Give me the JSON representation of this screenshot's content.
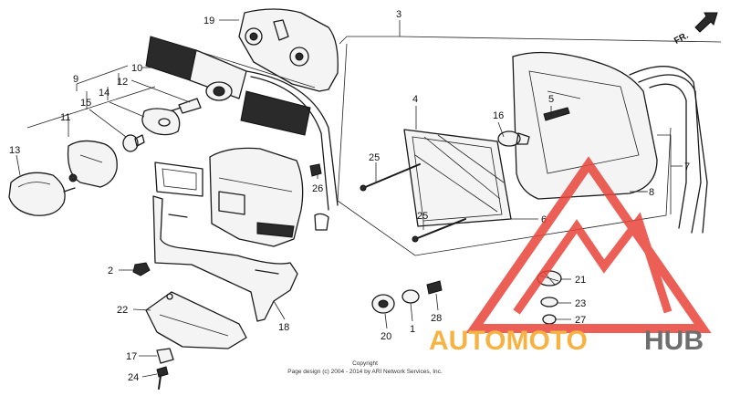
{
  "diagram": {
    "front_arrow_label": "FR.",
    "copyright": {
      "line1": "Copyright",
      "line2": "Page design (c) 2004 - 2014 by ARI Network Services, Inc."
    },
    "watermark": {
      "part1": "AUTOMOTO",
      "part2": "HUB",
      "color_part1": "#f5a623",
      "color_part2": "#555555",
      "triangle_color": "#e8443a"
    },
    "callouts": [
      {
        "id": "c1",
        "label": "1"
      },
      {
        "id": "c2",
        "label": "2"
      },
      {
        "id": "c3",
        "label": "3"
      },
      {
        "id": "c4",
        "label": "4"
      },
      {
        "id": "c5",
        "label": "5"
      },
      {
        "id": "c6",
        "label": "6"
      },
      {
        "id": "c7",
        "label": "7"
      },
      {
        "id": "c8",
        "label": "8"
      },
      {
        "id": "c9",
        "label": "9"
      },
      {
        "id": "c10",
        "label": "10"
      },
      {
        "id": "c11",
        "label": "11"
      },
      {
        "id": "c12",
        "label": "12"
      },
      {
        "id": "c13",
        "label": "13"
      },
      {
        "id": "c14",
        "label": "14"
      },
      {
        "id": "c15",
        "label": "15"
      },
      {
        "id": "c16",
        "label": "16"
      },
      {
        "id": "c17",
        "label": "17"
      },
      {
        "id": "c18",
        "label": "18"
      },
      {
        "id": "c19",
        "label": "19"
      },
      {
        "id": "c20",
        "label": "20"
      },
      {
        "id": "c21",
        "label": "21"
      },
      {
        "id": "c22",
        "label": "22"
      },
      {
        "id": "c23",
        "label": "23"
      },
      {
        "id": "c24",
        "label": "24"
      },
      {
        "id": "c25a",
        "label": "25"
      },
      {
        "id": "c25b",
        "label": "25"
      },
      {
        "id": "c26",
        "label": "26"
      },
      {
        "id": "c27",
        "label": "27"
      },
      {
        "id": "c28",
        "label": "28"
      }
    ]
  }
}
